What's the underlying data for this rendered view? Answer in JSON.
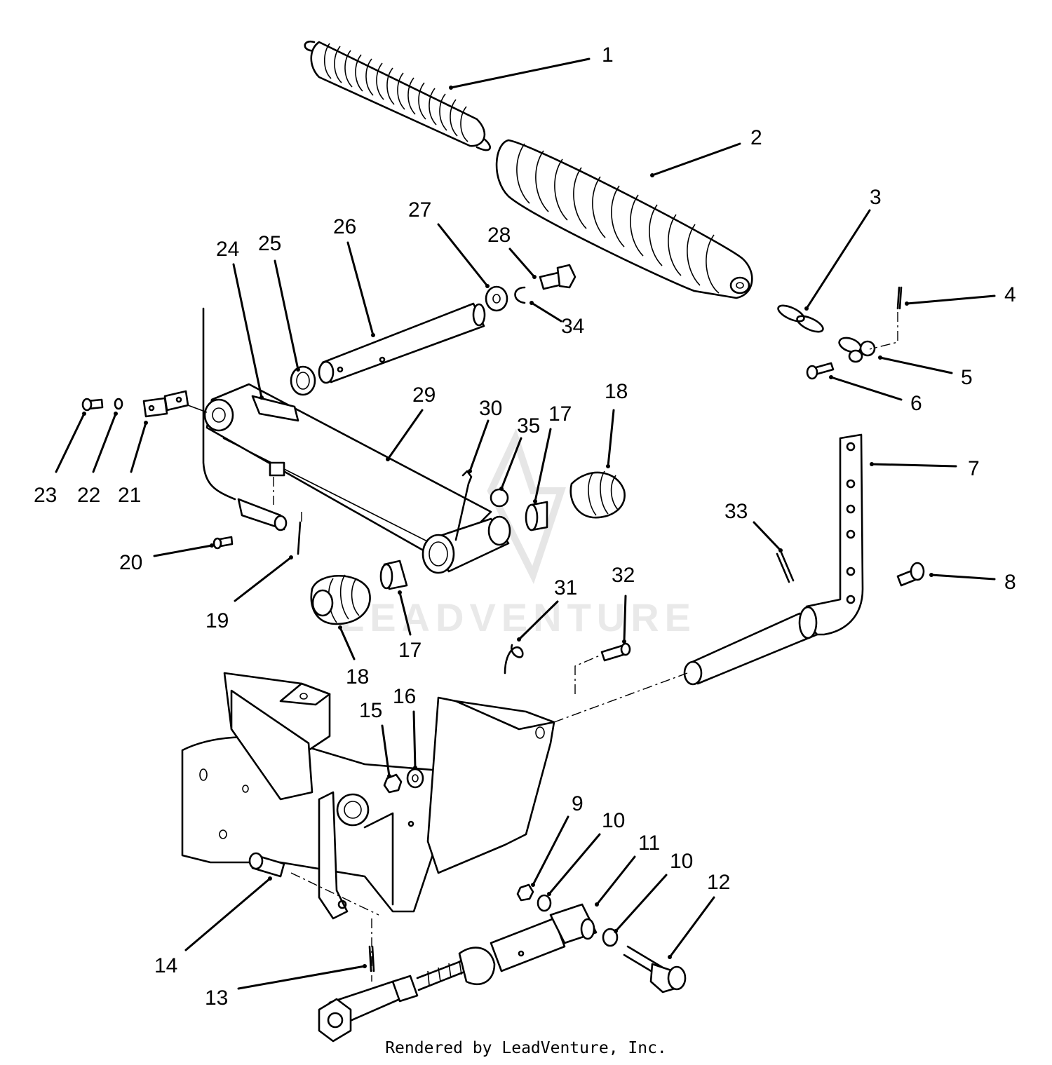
{
  "callouts": {
    "c1": "1",
    "c2": "2",
    "c3": "3",
    "c4": "4",
    "c5": "5",
    "c6": "6",
    "c7": "7",
    "c8": "8",
    "c9": "9",
    "c10a": "10",
    "c10b": "10",
    "c11": "11",
    "c12": "12",
    "c13": "13",
    "c14": "14",
    "c15": "15",
    "c16": "16",
    "c17a": "17",
    "c17b": "17",
    "c18a": "18",
    "c18b": "18",
    "c19": "19",
    "c20": "20",
    "c21": "21",
    "c22": "22",
    "c23": "23",
    "c24": "24",
    "c25": "25",
    "c26": "26",
    "c27": "27",
    "c28": "28",
    "c29": "29",
    "c30": "30",
    "c31": "31",
    "c32": "32",
    "c33": "33",
    "c34": "34",
    "c35": "35"
  },
  "watermark": "LEADVENTURE",
  "credit": "Rendered by LeadVenture, Inc."
}
